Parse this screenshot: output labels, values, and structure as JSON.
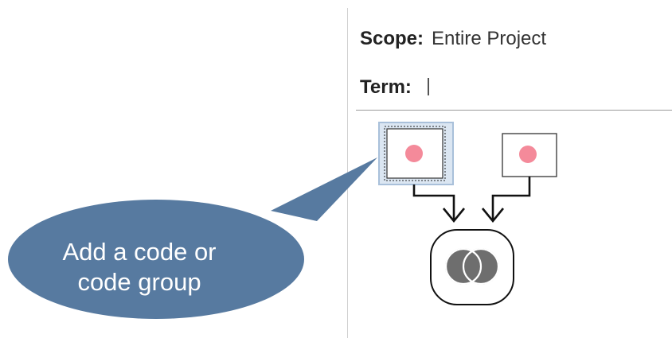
{
  "scope": {
    "label": "Scope:",
    "value": "Entire Project"
  },
  "term": {
    "label": "Term:"
  },
  "callout": {
    "line1": "Add a code or",
    "line2": "code group"
  },
  "colors": {
    "callout_fill": "#577aa0",
    "code_dot": "#f48a9a",
    "selection_fill": "#dbe6f2",
    "intersect_icon": "#6e6e6e"
  },
  "icons": [
    "code-node-icon",
    "arrow-down-icon",
    "intersection-icon"
  ]
}
